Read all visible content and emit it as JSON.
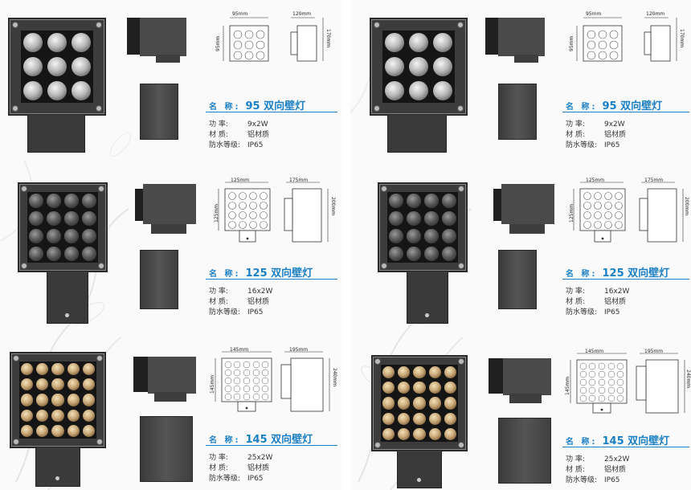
{
  "pages": [
    {
      "products": [
        {
          "name_label": "名 称:",
          "name_value": "95 双向壁灯",
          "drawing": {
            "front_w": "95mm",
            "front_h": "95mm",
            "side_w": "120mm",
            "side_h": "170mm"
          },
          "specs": [
            {
              "label": "功 率:",
              "value": "9x2W"
            },
            {
              "label": "材 质:",
              "value": "铝材质"
            },
            {
              "label": "防水等级:",
              "value": "IP65"
            }
          ]
        },
        {
          "name_label": "名 称:",
          "name_value": "125 双向壁灯",
          "drawing": {
            "front_w": "125mm",
            "front_h": "125mm",
            "side_w": "175mm",
            "side_h": "200mm"
          },
          "specs": [
            {
              "label": "功 率:",
              "value": "16x2W"
            },
            {
              "label": "材 质:",
              "value": "铝材质"
            },
            {
              "label": "防水等级:",
              "value": "IP65"
            }
          ]
        },
        {
          "name_label": "名 称:",
          "name_value": "145 双向壁灯",
          "drawing": {
            "front_w": "145mm",
            "front_h": "145mm",
            "side_w": "195mm",
            "side_h": "240mm"
          },
          "specs": [
            {
              "label": "功 率:",
              "value": "25x2W"
            },
            {
              "label": "材 质:",
              "value": "铝材质"
            },
            {
              "label": "防水等级:",
              "value": "IP65"
            }
          ]
        }
      ]
    },
    {
      "products": [
        {
          "name_label": "名 称:",
          "name_value": "95 双向壁灯",
          "drawing": {
            "front_w": "95mm",
            "front_h": "95mm",
            "side_w": "120mm",
            "side_h": "170mm"
          },
          "specs": [
            {
              "label": "功 率:",
              "value": "9x2W"
            },
            {
              "label": "材 质:",
              "value": "铝材质"
            },
            {
              "label": "防水等级:",
              "value": "IP65"
            }
          ]
        },
        {
          "name_label": "名 称:",
          "name_value": "125 双向壁灯",
          "drawing": {
            "front_w": "125mm",
            "front_h": "125mm",
            "side_w": "175mm",
            "side_h": "200mm"
          },
          "specs": [
            {
              "label": "功 率:",
              "value": "16x2W"
            },
            {
              "label": "材 质:",
              "value": "铝材质"
            },
            {
              "label": "防水等级:",
              "value": "IP65"
            }
          ]
        },
        {
          "name_label": "名 称:",
          "name_value": "145 双向壁灯",
          "drawing": {
            "front_w": "145mm",
            "front_h": "145mm",
            "side_w": "195mm",
            "side_h": "240mm"
          },
          "specs": [
            {
              "label": "功 率:",
              "value": "25x2W"
            },
            {
              "label": "材 质:",
              "value": "铝材质"
            },
            {
              "label": "防水等级:",
              "value": "IP65"
            }
          ]
        }
      ]
    }
  ],
  "colors": {
    "accent": "#1a7fc4",
    "lamp_body": "#3c3c3c",
    "led_cool": "#c9c9c9",
    "led_warm": "#c8a878"
  }
}
